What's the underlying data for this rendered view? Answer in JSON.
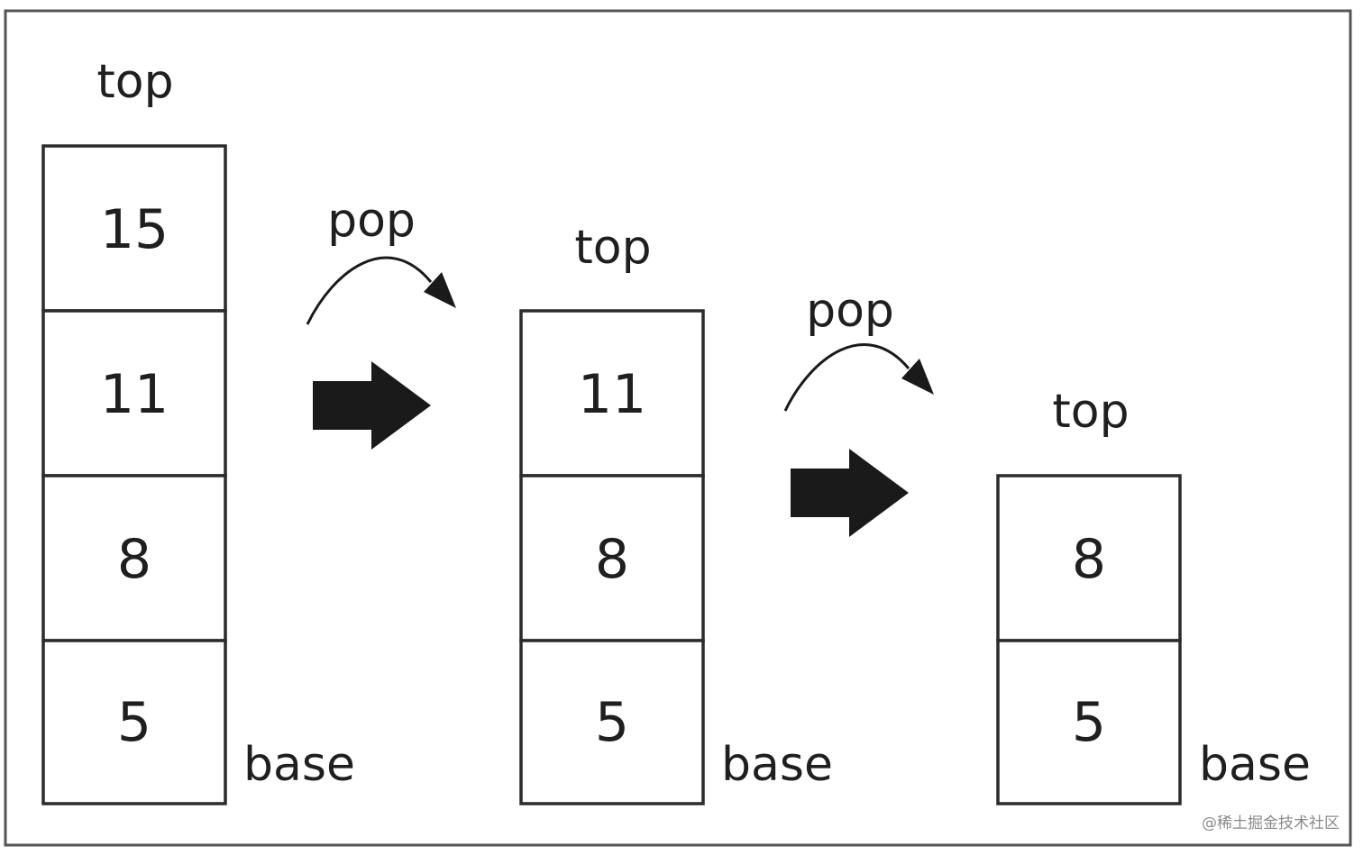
{
  "diagram": {
    "stacks": [
      {
        "top_label": "top",
        "base_label": "base",
        "cells": [
          "15",
          "11",
          "8",
          "5"
        ]
      },
      {
        "top_label": "top",
        "base_label": "base",
        "cells": [
          "11",
          "8",
          "5"
        ]
      },
      {
        "top_label": "top",
        "base_label": "base",
        "cells": [
          "8",
          "5"
        ]
      }
    ],
    "operations": [
      {
        "label": "pop"
      },
      {
        "label": "pop"
      }
    ]
  },
  "watermark": "@稀土掘金技术社区",
  "colors": {
    "stroke": "#2b2b2b",
    "text": "#1f1f1f",
    "arrow_fill": "#1a1a1a",
    "frame": "#555555",
    "watermark": "#8a8a8a"
  }
}
